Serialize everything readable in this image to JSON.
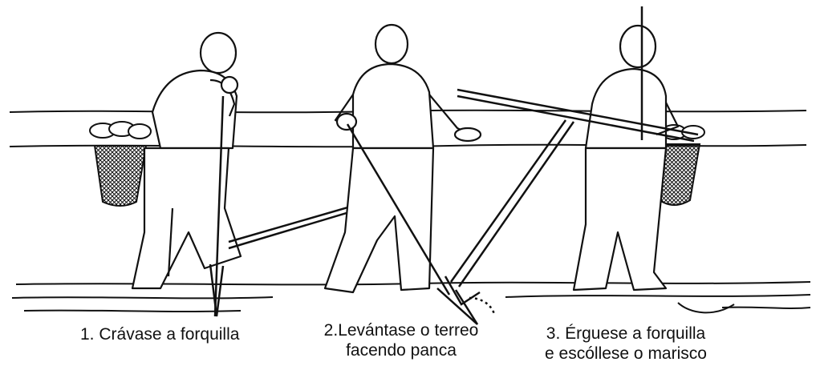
{
  "steps": [
    {
      "number": "1.",
      "text": "Crávase a forquilla"
    },
    {
      "number": "2.",
      "line1": "Levántase o terreo",
      "line2": "facendo panca"
    },
    {
      "number": "3.",
      "line1": "Érguese a forquilla",
      "line2": "e escóllese o marisco"
    }
  ],
  "colors": {
    "ink": "#111111",
    "paper": "#ffffff"
  }
}
